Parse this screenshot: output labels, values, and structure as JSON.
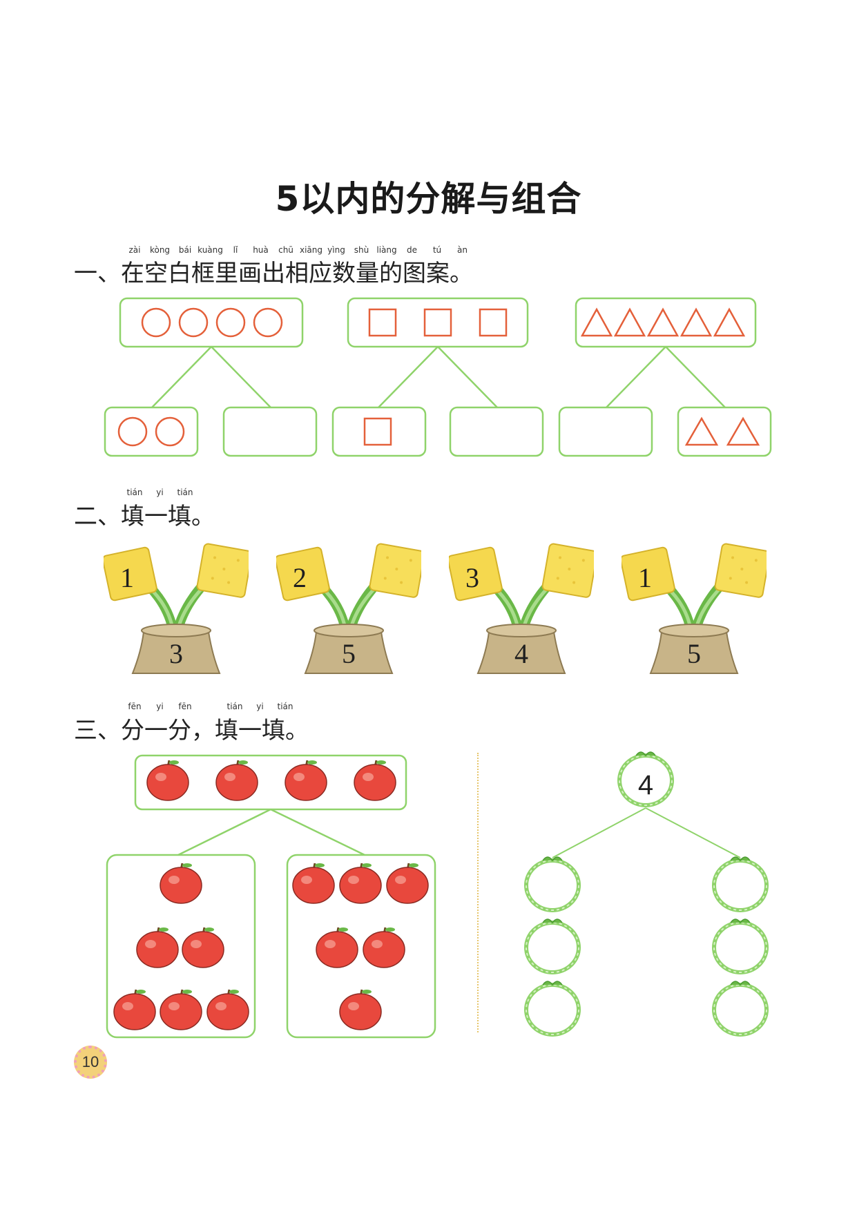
{
  "title": "5以内的分解与组合",
  "section1": {
    "label": "一、在空白框里画出相应数量的图案。",
    "pinyin": [
      "zài",
      "kòng",
      "bái",
      "kuàng",
      "lǐ",
      "huà",
      "chū",
      "xiāng",
      "yìng",
      "shù",
      "liàng",
      "de",
      "tú",
      "àn"
    ]
  },
  "section2": {
    "label": "二、填一填。",
    "pinyin": [
      "tián",
      "yi",
      "tián"
    ],
    "plants": [
      {
        "left": "1",
        "right": "",
        "pot": "3"
      },
      {
        "left": "2",
        "right": "",
        "pot": "5"
      },
      {
        "left": "3",
        "right": "",
        "pot": "4"
      },
      {
        "left": "1",
        "right": "",
        "pot": "5"
      }
    ]
  },
  "section3": {
    "label": "三、分一分，填一填。",
    "pinyin": [
      "fēn",
      "yi",
      "fēn",
      "tián",
      "yi",
      "tián"
    ],
    "top_number": "4"
  },
  "colors": {
    "green": "#8fd36a",
    "orange": "#e4603a",
    "apple": "#e8483d",
    "leaf": "#6ab847",
    "card": "#f5d84e",
    "pot": "#c8b488"
  },
  "page_number": "10"
}
